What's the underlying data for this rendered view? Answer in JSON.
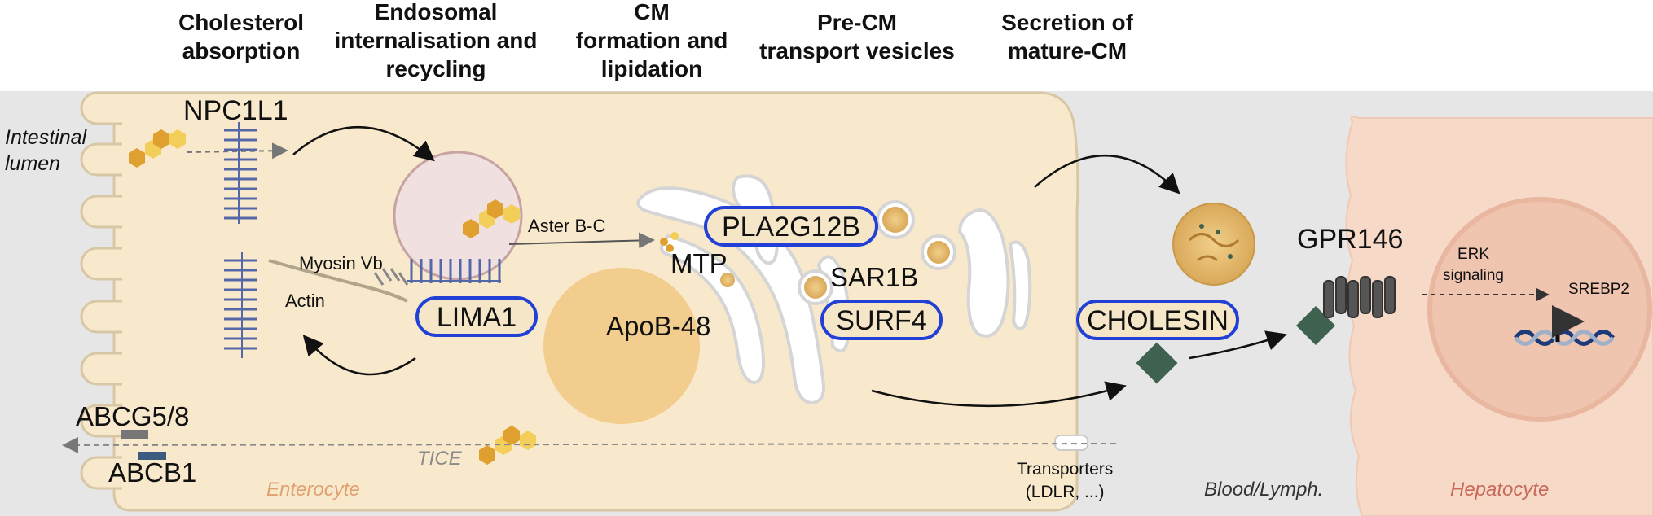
{
  "headers": [
    "Cholesterol\nabsorption",
    "Endosomal\ninternalisation and\nrecycling",
    "CM\nformation and\nlipidation",
    "Pre-CM\ntransport vesicles",
    "Secretion of\nmature-CM"
  ],
  "labels": {
    "npc1l1": "NPC1L1",
    "intestinal_lumen": "Intestinal\nlumen",
    "myosin": "Myosin Vb",
    "actin": "Actin",
    "aster": "Aster B-C",
    "mtp": "MTP",
    "apob": "ApoB-48",
    "sar1b": "SAR1B",
    "abcg": "ABCG5/8",
    "abcb": "ABCB1",
    "tice": "TICE",
    "enterocyte": "Enterocyte",
    "transporters": "Transporters\n(LDLR, ...)",
    "blood": "Blood/Lymph.",
    "hepatocyte": "Hepatocyte",
    "gpr146": "GPR146",
    "erk": "ERK\nsignaling",
    "srebp2": "SREBP2"
  },
  "highlighted": {
    "lima1": "LIMA1",
    "pla2g12b": "PLA2G12B",
    "surf4": "SURF4",
    "cholesin": "CHOLESIN"
  },
  "colors": {
    "cell_fill": "#f8e9cc",
    "cell_stroke": "#d8c7a4",
    "lumen_bg": "#e6e6e6",
    "hepatocyte_fill": "#f6d9c7",
    "highlight_border": "#2340d6",
    "membrane_protein": "#5468a8",
    "cholesterol_dark": "#e0a030",
    "cholesterol_light": "#f3cf5a",
    "hormone": "#3f6150",
    "dna_dark": "#1b3a7a",
    "dna_light": "#9fb0c8"
  }
}
